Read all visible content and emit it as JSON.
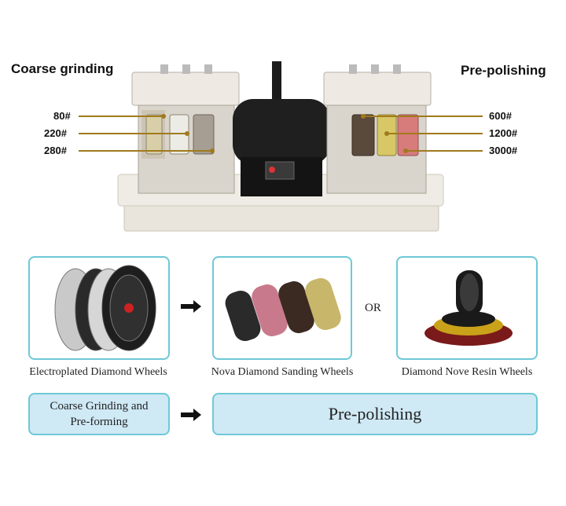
{
  "top": {
    "left_heading": "Coarse grinding",
    "right_heading": "Pre-polishing",
    "left_grits": [
      "80#",
      "220#",
      "280#"
    ],
    "right_grits": [
      "600#",
      "1200#",
      "3000#"
    ],
    "leader_color": "#a07a1c"
  },
  "wheels": {
    "item1_caption": "Electroplated Diamond Wheels",
    "item2_caption": "Nova Diamond Sanding Wheels",
    "or_text": "OR",
    "item3_caption": "Diamond Nove Resin Wheels"
  },
  "stages": {
    "stage1_label": "Coarse Grinding and Pre-forming",
    "stage2_label": "Pre-polishing"
  },
  "colors": {
    "card_border": "#6ec9d6",
    "stage_fill": "#cfe9f5"
  }
}
